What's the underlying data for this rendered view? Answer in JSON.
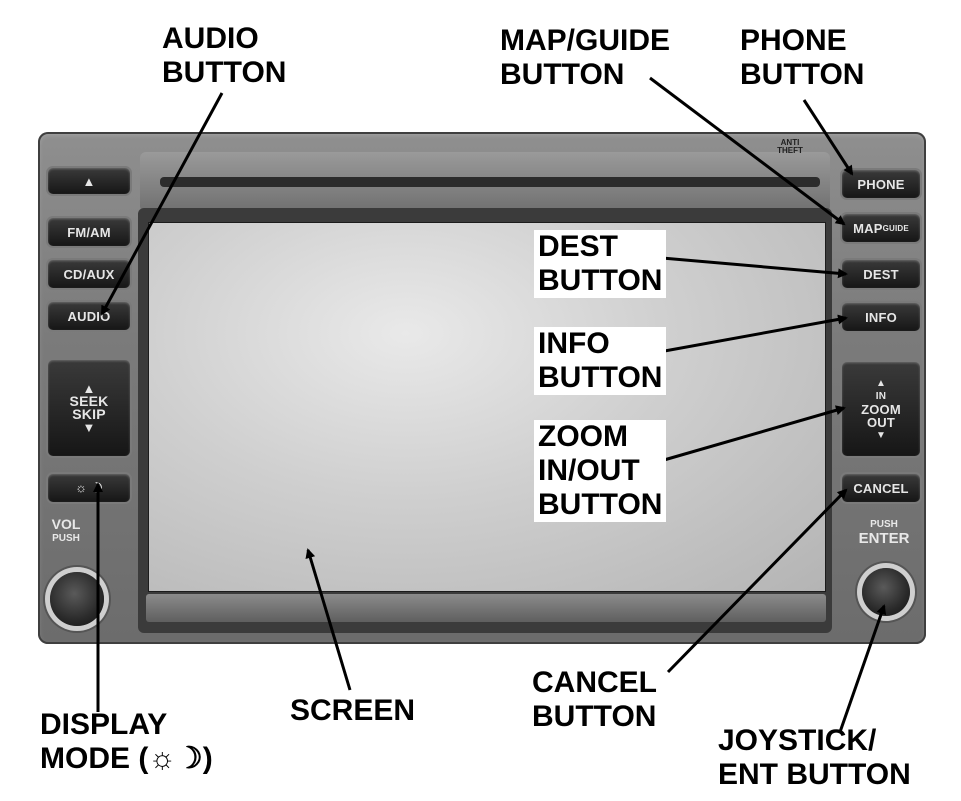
{
  "callouts": {
    "audio": [
      "AUDIO",
      "BUTTON"
    ],
    "map_guide": [
      "MAP/GUIDE",
      "BUTTON"
    ],
    "phone": [
      "PHONE",
      "BUTTON"
    ],
    "dest": [
      "DEST",
      "BUTTON"
    ],
    "info": [
      "INFO",
      "BUTTON"
    ],
    "zoom": [
      "ZOOM",
      "IN/OUT",
      "BUTTON"
    ],
    "cancel": [
      "CANCEL",
      "BUTTON"
    ],
    "joystick": [
      "JOYSTICK/",
      "ENT BUTTON"
    ],
    "display_mode": [
      "DISPLAY",
      "MODE (☼☽)"
    ],
    "screen": "SCREEN"
  },
  "panel": {
    "eject": "▲",
    "fm_am": "FM/AM",
    "cd_aux": "CD/AUX",
    "audio": "AUDIO",
    "seek_up": "▲",
    "seek": "SEEK",
    "skip": "SKIP",
    "seek_down": "▼",
    "display_mode": "☼ ☽",
    "vol": "VOL",
    "push": "PUSH",
    "anti": "ANTI",
    "theft": "THEFT",
    "phone": "PHONE",
    "map": "MAP",
    "map_guide_suffix": "GUIDE",
    "dest": "DEST",
    "info": "INFO",
    "zoom_up": "▲",
    "zoom_in": "IN",
    "zoom": "ZOOM",
    "zoom_out": "OUT",
    "zoom_down": "▼",
    "cancel": "CANCEL",
    "push_enter_1": "PUSH",
    "push_enter_2": "ENTER"
  }
}
